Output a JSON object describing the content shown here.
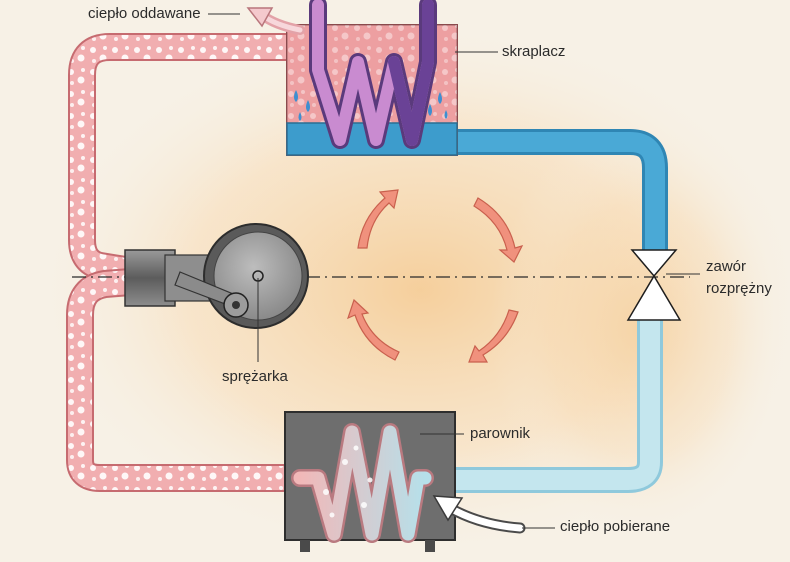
{
  "labels": {
    "heat_released": "ciepło oddawane",
    "condenser": "skraplacz",
    "valve_line1": "zawór",
    "valve_line2": "rozprężny",
    "compressor": "sprężarka",
    "evaporator": "parownik",
    "heat_absorbed": "ciepło pobierane"
  },
  "colors": {
    "hot_fluid": "#e9787c",
    "hot_light": "#f6c6c3",
    "cold_fluid": "#3f9fcf",
    "cold_light": "#a9dbe8",
    "coil_purple": "#7a4c9e",
    "coil_pink": "#d98bc0",
    "machine_gray": "#6f6f6f",
    "background": "#f7f1e6",
    "warm_glow": "#f5c98f"
  },
  "icons": {
    "compressor": "piston-compressor-icon",
    "valve": "expansion-valve-icon",
    "arrows": "circular-flow-arrows"
  }
}
